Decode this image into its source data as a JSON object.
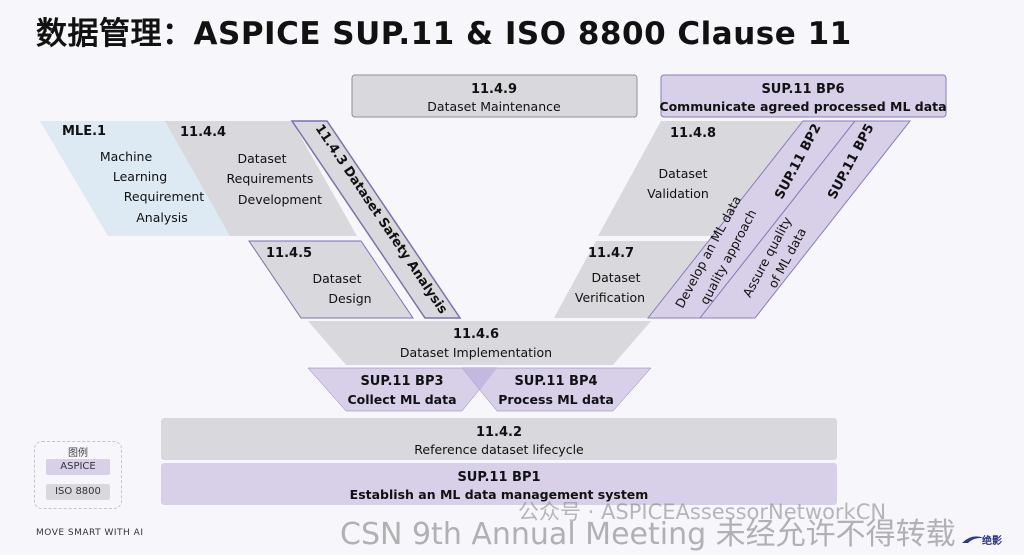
{
  "title": "数据管理：ASPICE SUP.11 & ISO 8800 Clause 11",
  "colors": {
    "aspice": "#d7d0e8",
    "aspice_stroke": "#8a7cb8",
    "iso": "#d9d9dd",
    "mle": "#dde9f3"
  },
  "boxes": {
    "b1149": {
      "code": "11.4.9",
      "label": "Dataset Maintenance"
    },
    "bp6": {
      "code": "SUP.11 BP6",
      "label": "Communicate agreed processed ML data"
    },
    "mle1": {
      "code": "MLE.1",
      "l1": "Machine",
      "l2": "Learning",
      "l3": "Requirement",
      "l4": "Analysis"
    },
    "b1144": {
      "code": "11.4.4",
      "l1": "Dataset",
      "l2": "Requirements",
      "l3": "Development"
    },
    "b1143": {
      "label": "11.4.3 Dataset Safety Analysis"
    },
    "b1145": {
      "code": "11.4.5",
      "l1": "Dataset",
      "l2": "Design"
    },
    "b1148": {
      "code": "11.4.8",
      "l1": "Dataset",
      "l2": "Validation"
    },
    "b1147": {
      "code": "11.4.7",
      "l1": "Dataset",
      "l2": "Verification"
    },
    "bp2": {
      "code": "SUP.11 BP2",
      "l1": "Develop an ML data",
      "l2": "quality approach"
    },
    "bp5": {
      "code": "SUP.11 BP5",
      "l1": "Assure quality",
      "l2": "of ML data"
    },
    "b1146": {
      "code": "11.4.6",
      "label": "Dataset Implementation"
    },
    "bp3": {
      "code": "SUP.11 BP3",
      "label": "Collect ML data"
    },
    "bp4": {
      "code": "SUP.11 BP4",
      "label": "Process ML data"
    },
    "b1142": {
      "code": "11.4.2",
      "label": "Reference dataset lifecycle"
    },
    "bp1": {
      "code": "SUP.11 BP1",
      "label": "Establish an ML data management system"
    }
  },
  "legend": {
    "title": "图例",
    "aspice": "ASPICE",
    "iso": "ISO 8800"
  },
  "footer": {
    "tagline": "MOVE SMART WITH AI"
  },
  "watermark": {
    "line1": "公众号 · ASPICEAssessorNetworkCN",
    "line2": "CSN 9th Annual Meeting 未经允许不得转载"
  },
  "logo": {
    "name": "logo-icon",
    "text": "绝影"
  }
}
